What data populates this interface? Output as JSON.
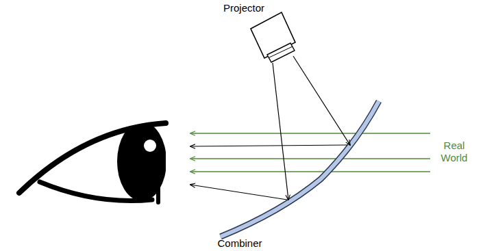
{
  "diagram": {
    "labels": [
      "Projector",
      "Real World",
      "Combiner"
    ]
  }
}
